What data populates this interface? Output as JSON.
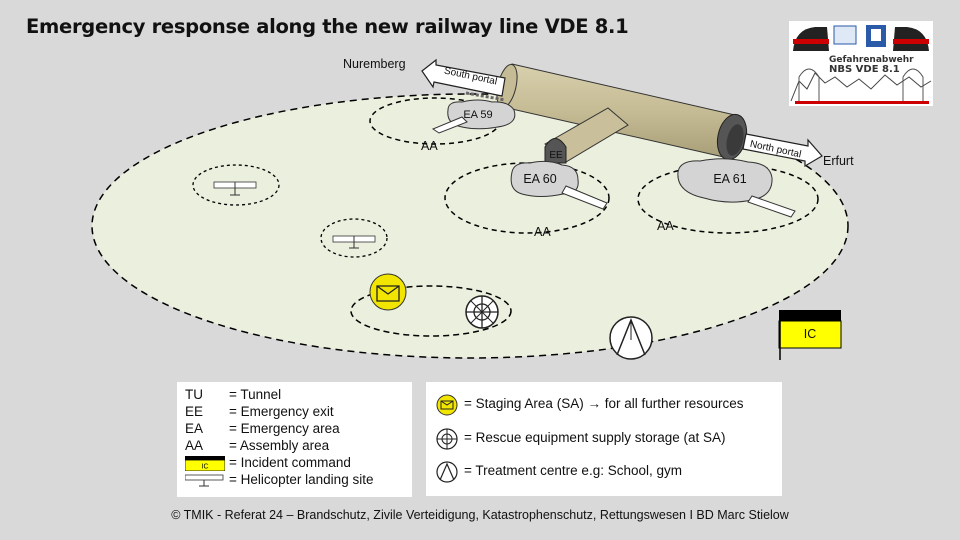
{
  "title": "Emergency response along the new railway line VDE 8.1",
  "places": {
    "west": "Nuremberg",
    "east": "Erfurt",
    "south_portal": "South portal",
    "north_portal": "North portal"
  },
  "areas": {
    "ea59": "EA 59",
    "ea60": "EA 60",
    "ea61": "EA 61",
    "ee": "EE",
    "aa": "AA"
  },
  "ic_flag": "IC",
  "legend_left": [
    {
      "key": "TU",
      "text": "= Tunnel"
    },
    {
      "key": "EE",
      "text": "= Emergency exit"
    },
    {
      "key": "EA",
      "text": "= Emergency area"
    },
    {
      "key": "AA",
      "text": "= Assembly area"
    },
    {
      "key": "IC",
      "text": "= Incident command",
      "icon": "incident-command-flag-icon"
    },
    {
      "key": "",
      "text": "= Helicopter landing site",
      "icon": "helicopter-landing-icon"
    }
  ],
  "legend_right": [
    {
      "text": "= Staging Area (SA) → for all further resources",
      "icon": "staging-area-icon"
    },
    {
      "text": "= Rescue equipment supply storage (at SA)",
      "icon": "rescue-equipment-icon"
    },
    {
      "text": "= Treatment centre e.g: School, gym",
      "icon": "treatment-centre-icon"
    }
  ],
  "logo": {
    "line1": "Gefahrenabwehr",
    "line2": "NBS VDE 8.1"
  },
  "footer": "© TMIK - Referat 24 – Brandschutz, Zivile Verteidigung,  Katastrophenschutz, Rettungswesen  I  BD Marc Stielow",
  "colors": {
    "background": "#d9d9d9",
    "field": "#ebefdd",
    "tunnel": "#c9bf9a",
    "ea_fill": "#d4d4d4",
    "staging_yellow": "#f2e600",
    "ic_yellow": "#ffff00"
  }
}
